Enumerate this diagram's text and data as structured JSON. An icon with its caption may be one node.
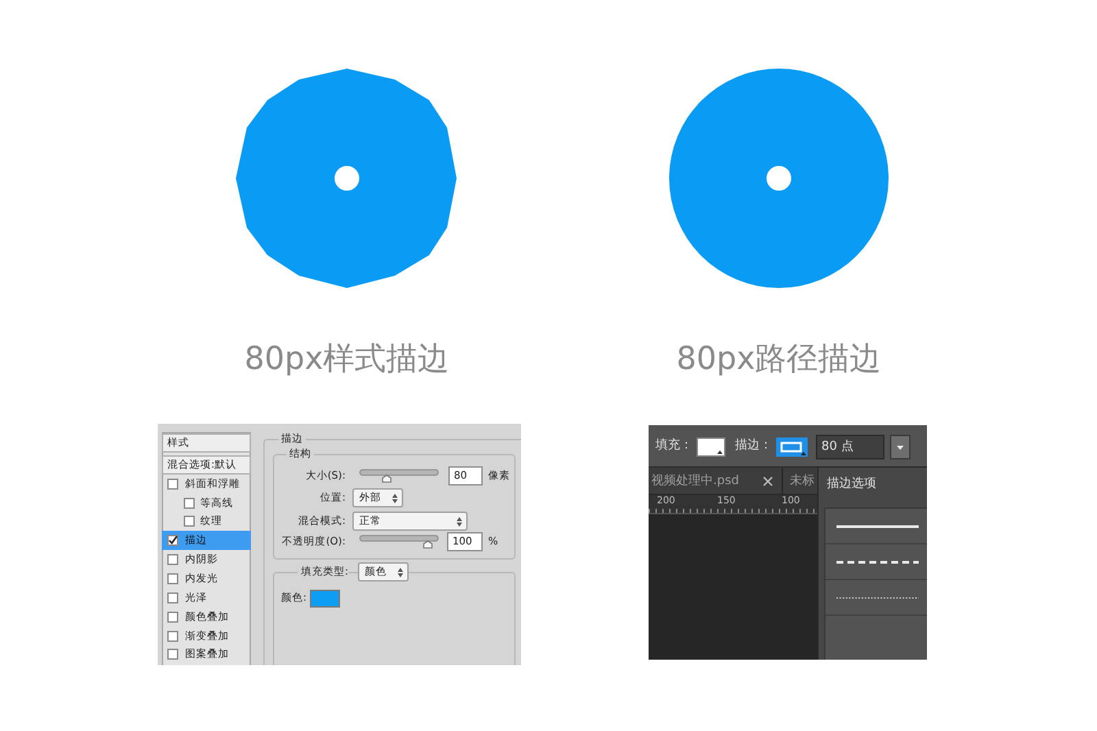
{
  "diagram": {
    "nodes": [
      {
        "text": [],
        "shape": "polygon",
        "beside": [
          "80px样式描边"
        ]
      },
      {
        "text": [],
        "shape": "circle",
        "beside": [
          "80px路径描边"
        ]
      }
    ],
    "labels": [
      "样式",
      "混合选项:默认",
      "斜面和浮雕",
      "等高线",
      "纹理",
      "描边",
      "内阴影",
      "内发光",
      "光泽",
      "颜色叠加",
      "渐变叠加",
      "图案叠加",
      "描边",
      "结构",
      "大小(S):",
      "80",
      "像素",
      "位置:",
      "外部",
      "混合模式:",
      "正常",
      "不透明度(O):",
      "100",
      "%",
      "填充类型:",
      "颜色",
      "颜色:",
      "填充：",
      "描边：",
      "80 点",
      "视频处理中.psd",
      "未标",
      "200",
      "150",
      "100",
      "描边选项"
    ]
  }
}
